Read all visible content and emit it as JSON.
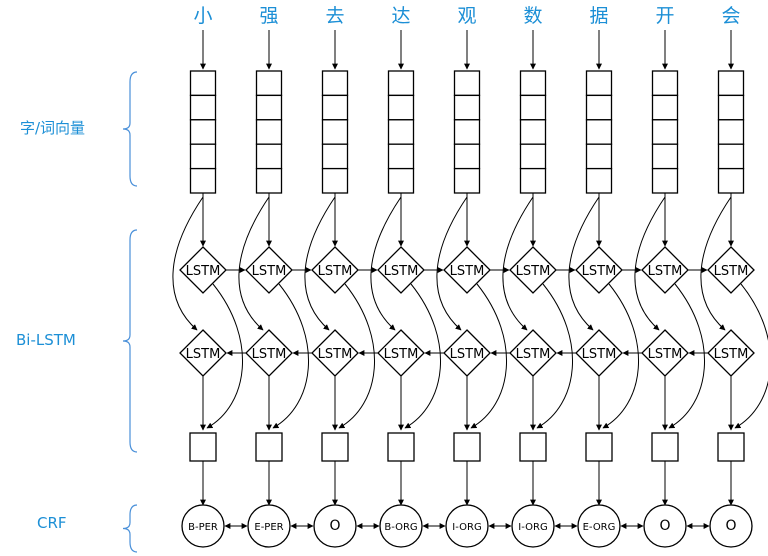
{
  "side_labels": {
    "embedding": "字/词向量",
    "bilstm": "Bi-LSTM",
    "crf": "CRF"
  },
  "lstm_label": "LSTM",
  "tokens": [
    "小",
    "强",
    "去",
    "达",
    "观",
    "数",
    "据",
    "开",
    "会"
  ],
  "tags": [
    "B-PER",
    "E-PER",
    "O",
    "B-ORG",
    "I-ORG",
    "I-ORG",
    "E-ORG",
    "O",
    "O"
  ],
  "colors": {
    "accent": "#1c8fd6",
    "line": "#000000",
    "bracket": "#4a90d9"
  }
}
